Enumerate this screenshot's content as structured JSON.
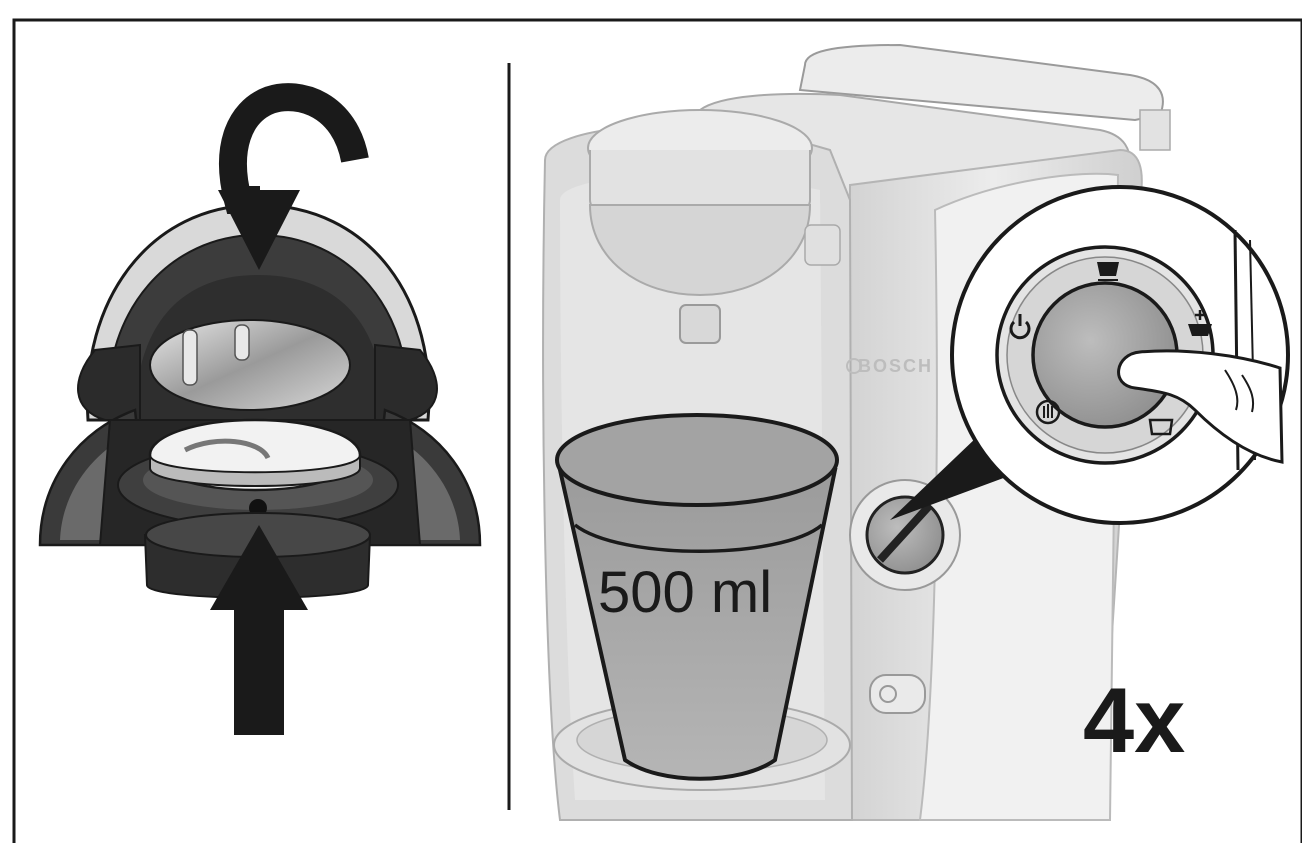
{
  "illustration": {
    "left_panel": {
      "rotate_arrow_icon": "curved-arrow",
      "down_arrow_icon": "arrow-down",
      "up_arrow_icon": "arrow-up"
    },
    "right_panel": {
      "brand": "BOSCH",
      "cup_label": "500 ml",
      "repeat_label": "4x",
      "panel_icons": [
        "power-icon",
        "cup-icon",
        "mug-plus-icon",
        "steam-icon",
        "pitcher-icon"
      ]
    }
  },
  "colors": {
    "ink": "#1a1a1a",
    "machine_light": "#e6e6e6",
    "machine_mid": "#cfcfcf",
    "water": "#a9a9a9",
    "dark_part": "#3a3a3a"
  }
}
